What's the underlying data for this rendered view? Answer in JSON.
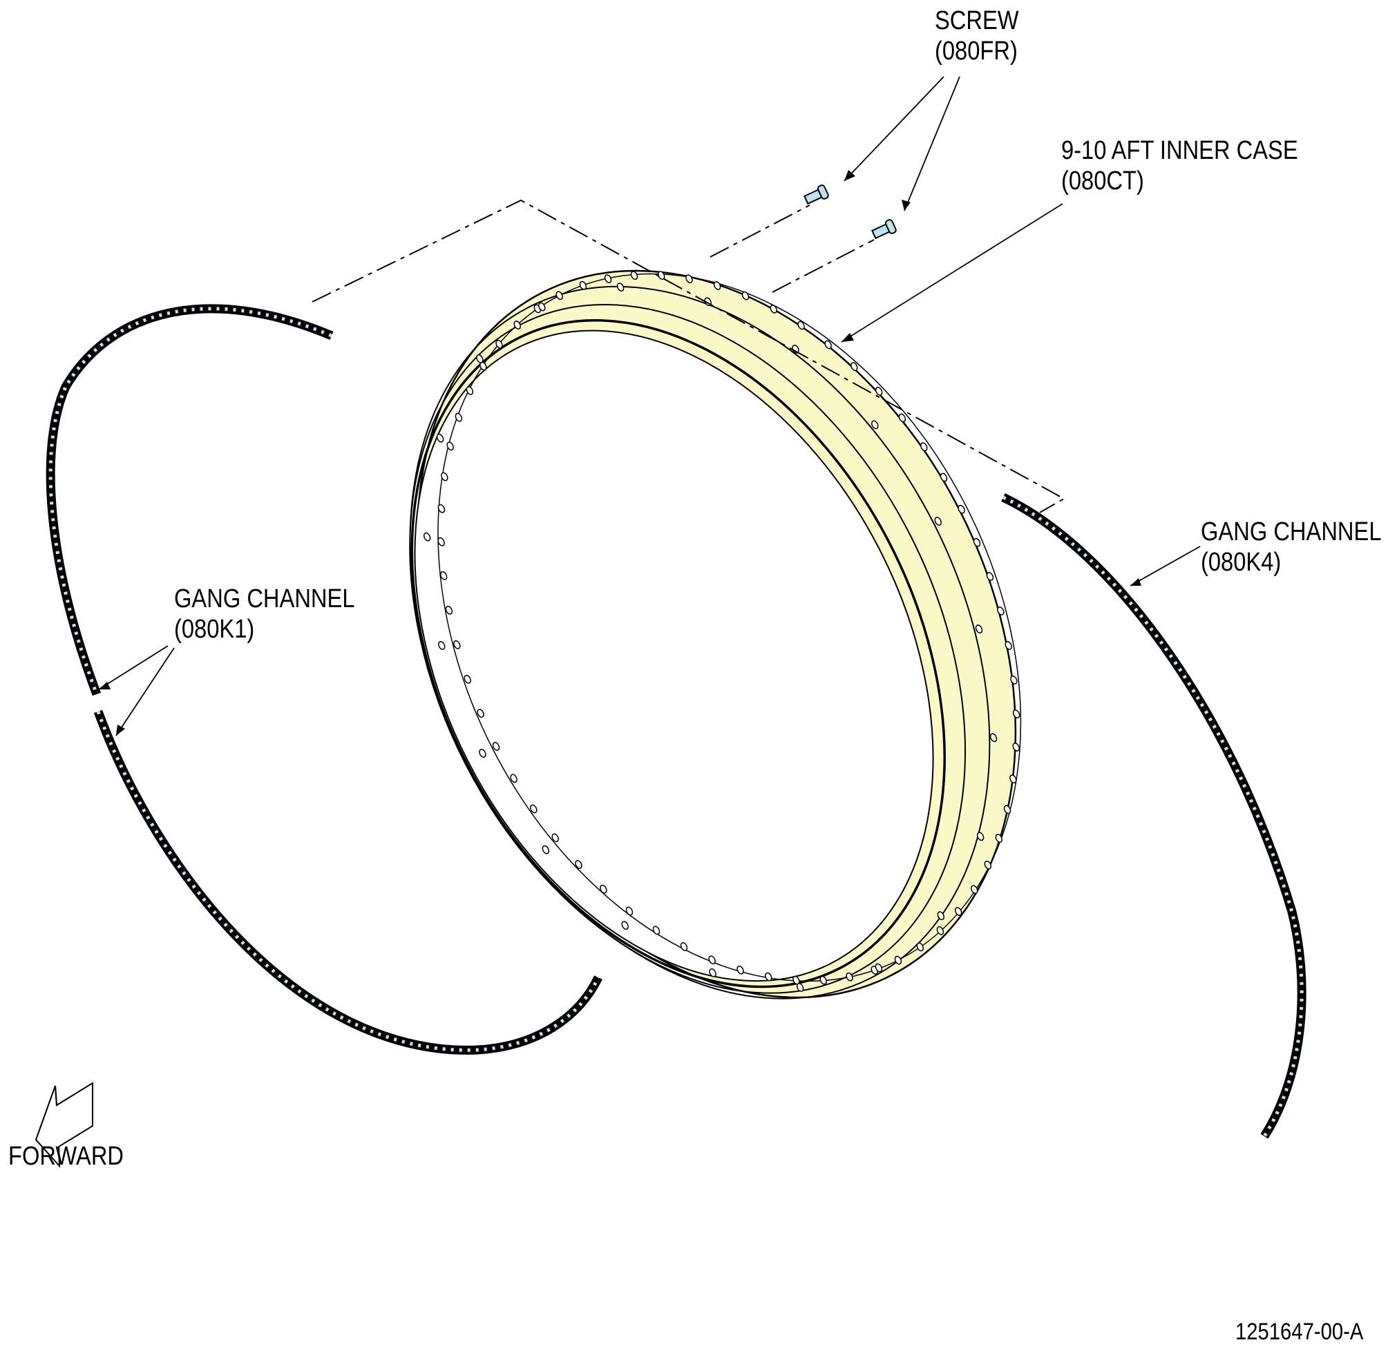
{
  "labels": {
    "screw": {
      "name": "SCREW",
      "code": "(080FR)"
    },
    "inner_case": {
      "name": "9-10 AFT INNER CASE",
      "code": "(080CT)"
    },
    "gang_channel_k4": {
      "name": "GANG CHANNEL",
      "code": "(080K4)"
    },
    "gang_channel_k1": {
      "name": "GANG CHANNEL",
      "code": "(080K1)"
    },
    "forward": "FORWARD",
    "figure_id": "1251647-00-A"
  },
  "colors": {
    "case_fill": "#fbf8c8",
    "screw_fill": "#bfe3ee",
    "channel_hole_fill": "#bfe3ee",
    "line": "#000000"
  }
}
